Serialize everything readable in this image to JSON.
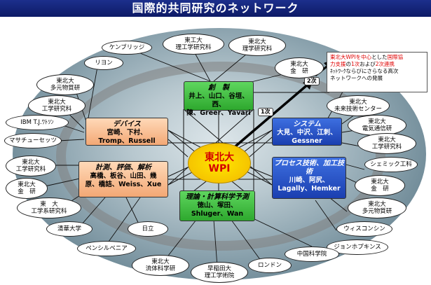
{
  "title": "国際的共同研究のネットワーク",
  "center": {
    "line1": "東北大",
    "line2": "WPI"
  },
  "boxes": {
    "creation": {
      "head": "創　製",
      "body1": "井上、山口、谷垣、西、",
      "body2": "陳、Greer、Yavari"
    },
    "device": {
      "head": "デバイス",
      "body1": "宮崎、下村、",
      "body2": "Tromp、Russell"
    },
    "measure": {
      "head": "計測、評価、解析",
      "body1": "高橋、板谷、山田、幾",
      "body2": "原、橋詰、Weiss、Xue"
    },
    "theory": {
      "head": "理論・計算科学予測",
      "body1": "徳山、塚田、",
      "body2": "Shluger、Wan"
    },
    "system": {
      "head": "システム",
      "body1": "大見、中沢、江刺、",
      "body2": "Gessner"
    },
    "process": {
      "head": "プロセス技術、加工技術",
      "body1": "川崎、阿尻、",
      "body2": "Lagally、Hemker"
    }
  },
  "tags": {
    "first": "1次",
    "second": "2次"
  },
  "note": {
    "l1a": "東北大WPIを中心",
    "l1b": "とした",
    "l1c": "国際協",
    "l2a": "力支援",
    "l2b": "の",
    "l2c": "1次",
    "l2d": "および",
    "l2e": "2次連携",
    "l3": "ﾈｯﾄﾜｰｸならびにさらなる高次",
    "l4": "ネットワークへの発展"
  },
  "colors": {
    "red": "#e00000",
    "darkblue": "#1b2a80"
  },
  "partners": [
    {
      "l1": "ケンブリッジ",
      "l2": ""
    },
    {
      "l1": "東工大",
      "l2": "理工学研究科"
    },
    {
      "l1": "東北大",
      "l2": "理学研究科"
    },
    {
      "l1": "リヨン",
      "l2": ""
    },
    {
      "l1": "東北大",
      "l2": "金　研"
    },
    {
      "l1": "東北大",
      "l2": "多元物質研"
    },
    {
      "l1": "東北大",
      "l2": "未来技術センター"
    },
    {
      "l1": "東北大",
      "l2": "工学研究科"
    },
    {
      "l1": "東北大",
      "l2": "電気通信研"
    },
    {
      "l1": "IBM T.J.ﾜﾄｿﾝ",
      "l2": ""
    },
    {
      "l1": "東北大",
      "l2": "工学研究科"
    },
    {
      "l1": "マサチューセッツ",
      "l2": ""
    },
    {
      "l1": "シェミック工科",
      "l2": ""
    },
    {
      "l1": "東北大",
      "l2": "工学研究科"
    },
    {
      "l1": "東北大",
      "l2": "金　研"
    },
    {
      "l1": "東北大",
      "l2": "金　研"
    },
    {
      "l1": "東北大",
      "l2": "多元物質研"
    },
    {
      "l1": "東　大",
      "l2": "工学系研究科"
    },
    {
      "l1": "ウィスコンシン",
      "l2": ""
    },
    {
      "l1": "清華大学",
      "l2": ""
    },
    {
      "l1": "日立",
      "l2": ""
    },
    {
      "l1": "ジョンホプキンス",
      "l2": ""
    },
    {
      "l1": "ペンシルベニア",
      "l2": ""
    },
    {
      "l1": "中国科学院",
      "l2": ""
    },
    {
      "l1": "東北大",
      "l2": "流体科学研"
    },
    {
      "l1": "早稲田大",
      "l2": "理工学術院"
    },
    {
      "l1": "ロンドン",
      "l2": ""
    }
  ]
}
